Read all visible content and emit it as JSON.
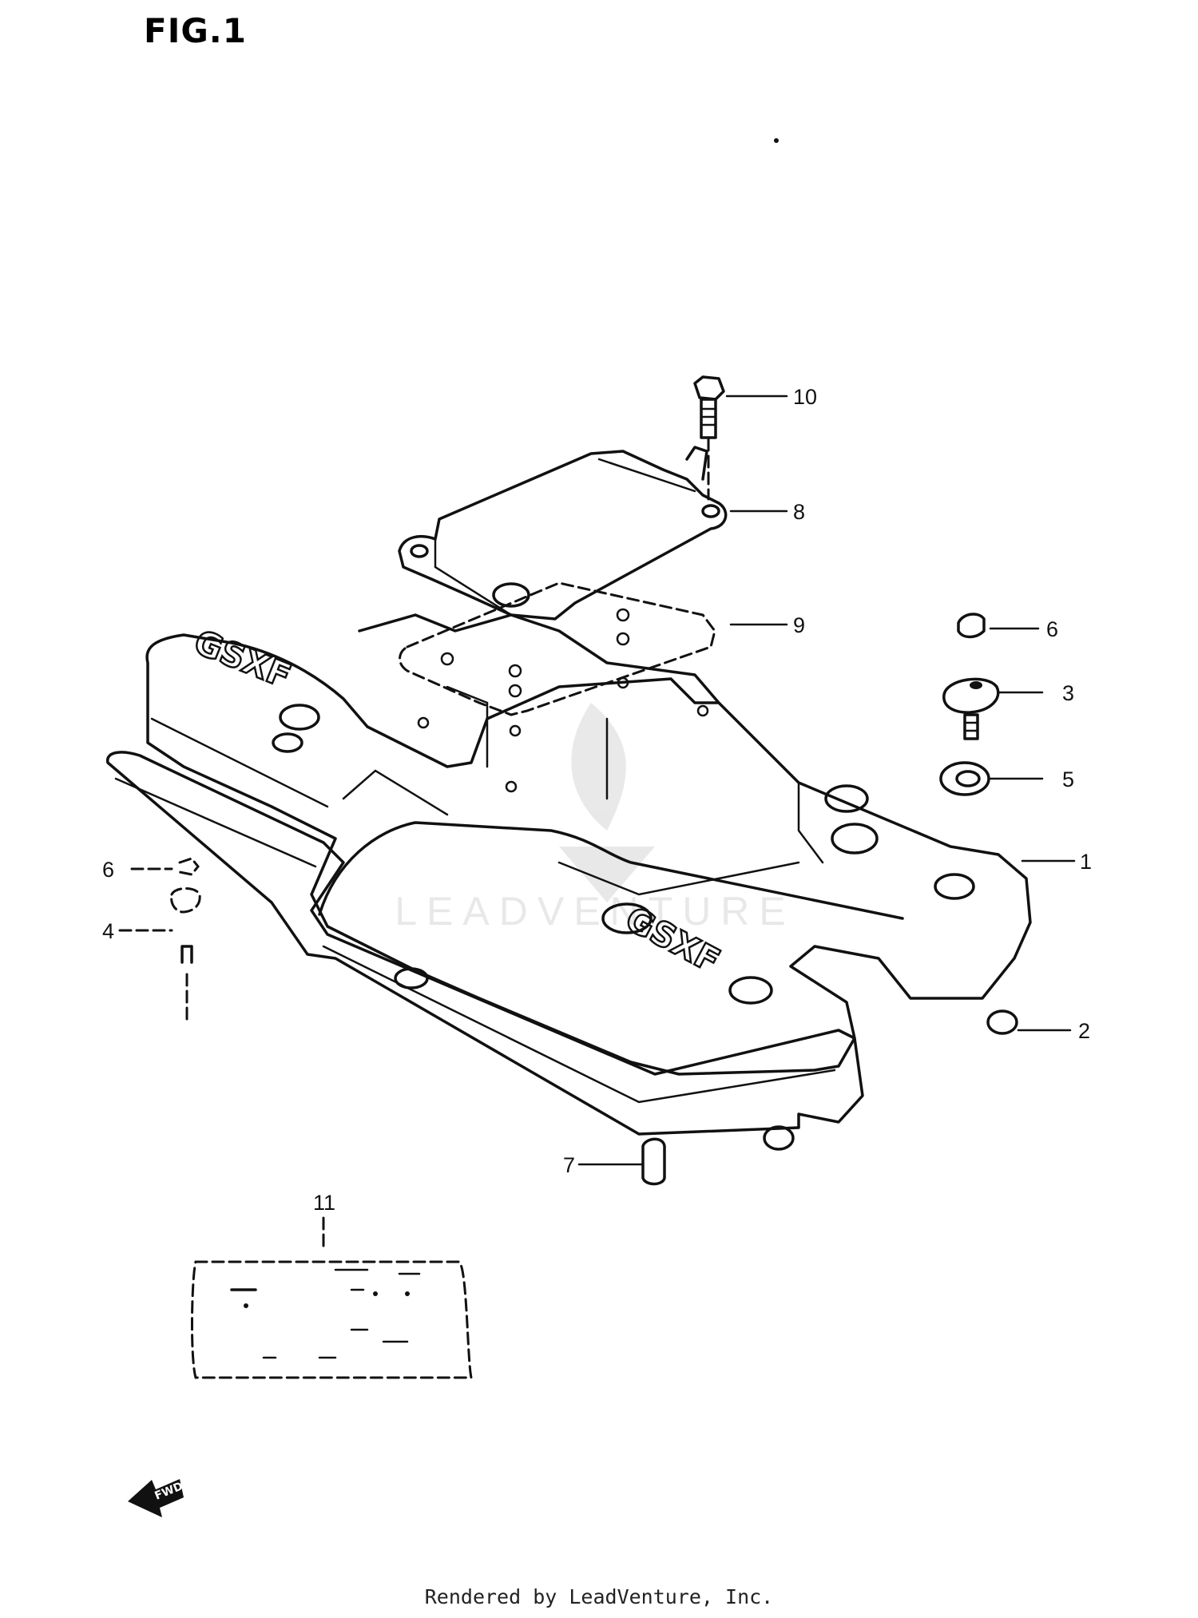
{
  "figure": {
    "title": "FIG.1",
    "footer": "Rendered by LeadVenture, Inc.",
    "watermark": "LEADVENTURE",
    "fwd_marker": "FWD",
    "callouts": [
      "10",
      "8",
      "9",
      "6",
      "3",
      "5",
      "1",
      "2",
      "7",
      "6",
      "4",
      "11"
    ]
  }
}
